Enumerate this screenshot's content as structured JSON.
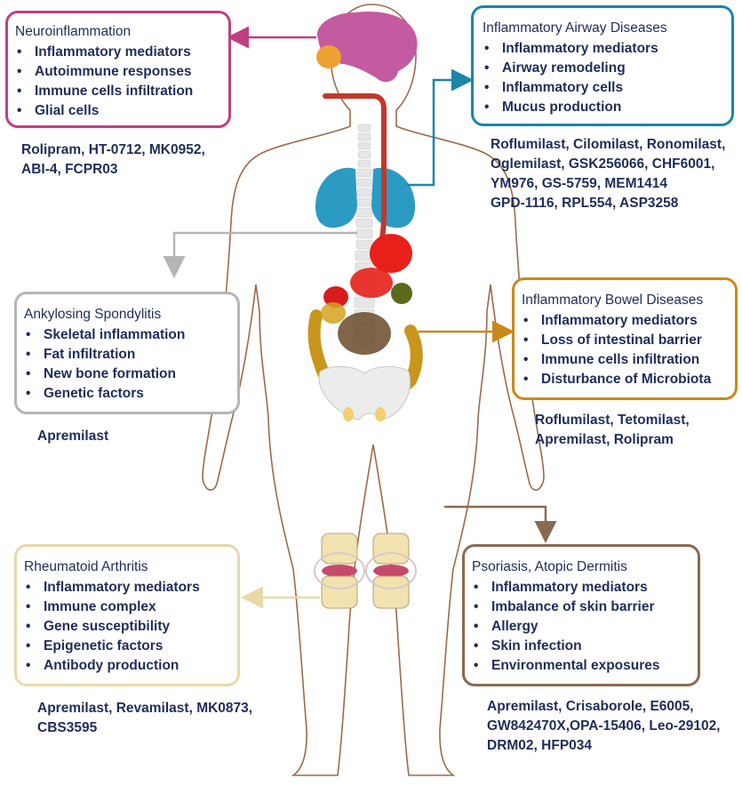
{
  "colors": {
    "neuro": "#c0407f",
    "airway": "#1a86a8",
    "ankylosing": "#b5b5b5",
    "ibd": "#c8891a",
    "rheumatoid": "#e8d9a8",
    "psoriasis": "#8b6a52",
    "text": "#1f2d5a",
    "body_outline": "#9c6b4a"
  },
  "boxes": {
    "neuro": {
      "title": "Neuroinflammation",
      "items": [
        "Inflammatory mediators",
        "Autoimmune responses",
        "Immune cells infiltration",
        "Glial cells"
      ],
      "drugs": [
        "Rolipram, HT-0712, MK0952,",
        "ABI-4, FCPR03"
      ]
    },
    "airway": {
      "title": "Inflammatory Airway Diseases",
      "items": [
        "Inflammatory mediators",
        "Airway remodeling",
        "Inflammatory cells",
        "Mucus production"
      ],
      "drugs": [
        "Roflumilast, Cilomilast, Ronomilast,",
        "Oglemilast, GSK256066, CHF6001,",
        "YM976, GS-5759, MEM1414",
        "GPD-1116, RPL554, ASP3258"
      ]
    },
    "ankylosing": {
      "title": "Ankylosing Spondylitis",
      "items": [
        "Skeletal inflammation",
        "Fat infiltration",
        "New bone formation",
        "Genetic factors"
      ],
      "drugs": [
        "Apremilast"
      ]
    },
    "ibd": {
      "title": "Inflammatory Bowel Diseases",
      "items": [
        "Inflammatory mediators",
        "Loss of intestinal barrier",
        "Immune cells infiltration",
        "Disturbance of Microbiota"
      ],
      "drugs": [
        "Roflumilast, Tetomilast,",
        "Apremilast, Rolipram"
      ]
    },
    "rheumatoid": {
      "title": "Rheumatoid Arthritis",
      "items": [
        "Inflammatory mediators",
        "Immune complex",
        "Gene susceptibility",
        "Epigenetic factors",
        "Antibody production"
      ],
      "drugs": [
        "Apremilast, Revamilast, MK0873,",
        "CBS3595"
      ]
    },
    "psoriasis": {
      "title": "Psoriasis, Atopic Dermitis",
      "items": [
        "Inflammatory mediators",
        "Imbalance of skin barrier",
        "Allergy",
        "Skin infection",
        "Environmental exposures"
      ],
      "drugs": [
        "Apremilast, Crisaborole, E6005,",
        "GW842470X,OPA-15406, Leo-29102,",
        "DRM02, HFP034"
      ]
    }
  }
}
